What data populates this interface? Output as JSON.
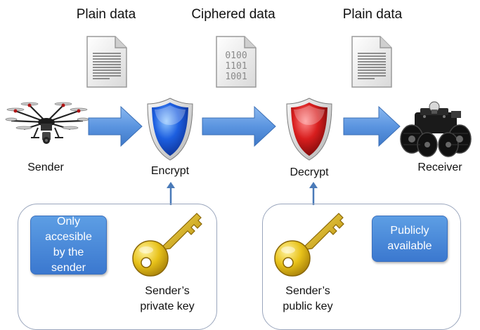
{
  "titles": {
    "plain_left": "Plain data",
    "ciphered": "Ciphered data",
    "plain_right": "Plain data"
  },
  "cipher_bits": [
    "0100",
    "1101",
    "1001"
  ],
  "labels": {
    "sender": "Sender",
    "encrypt": "Encrypt",
    "decrypt": "Decrypt",
    "receiver": "Receiver"
  },
  "private_box": {
    "badge_lines": [
      "Only",
      "accesible",
      "by the",
      "sender"
    ],
    "key_label_lines": [
      "Sender’s",
      "private key"
    ]
  },
  "public_box": {
    "badge_lines": [
      "Publicly",
      "available"
    ],
    "key_label_lines": [
      "Sender’s",
      "public key"
    ]
  },
  "colors": {
    "arrow_blue": "#5b95e0",
    "encrypt_shield": "#1d5fe0",
    "decrypt_shield": "#d81e1e",
    "key_gold": "#e8c21a",
    "badge_blue": "#4a8ad9",
    "box_border": "#9aa6bd"
  },
  "icons": [
    "drone-icon",
    "document-icon",
    "encrypted-document-icon",
    "shield-icon",
    "key-icon",
    "robot-rover-icon"
  ]
}
